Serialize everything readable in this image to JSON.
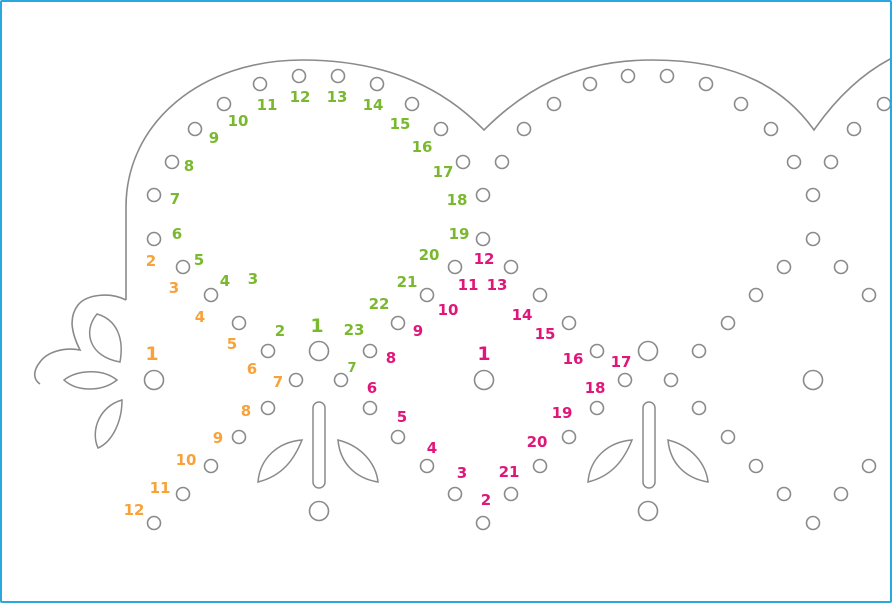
{
  "colors": {
    "frame": "#2aa7df",
    "outline": "#8a8a8a",
    "hole": "#8a8a8a",
    "orange": "#f7a23a",
    "green": "#7ab92f",
    "pink": "#e0177a"
  },
  "sequences": {
    "orange": [
      "1",
      "2",
      "3",
      "4",
      "5",
      "6",
      "7",
      "8",
      "9",
      "10",
      "11",
      "12"
    ],
    "green": [
      "1",
      "5",
      "6",
      "7",
      "8",
      "9",
      "10",
      "11",
      "12",
      "13",
      "14",
      "15",
      "16",
      "17",
      "18",
      "19",
      "20",
      "21",
      "22",
      "23",
      "7",
      "2",
      "3",
      "4"
    ],
    "pink": [
      "1",
      "2",
      "3",
      "4",
      "5",
      "6",
      "8",
      "9",
      "10",
      "11",
      "12",
      "13",
      "14",
      "15",
      "16",
      "17",
      "18",
      "19",
      "20",
      "21"
    ]
  }
}
